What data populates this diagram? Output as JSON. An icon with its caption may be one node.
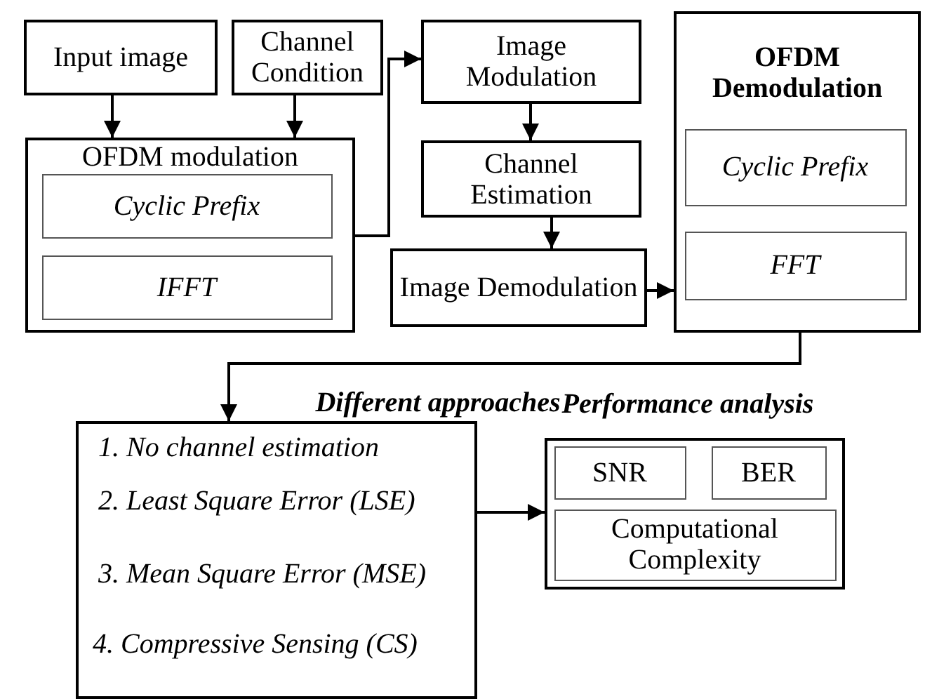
{
  "diagram": {
    "nodes": [
      {
        "text": [
          "Input image"
        ]
      },
      {
        "text": [
          "Channel Condition"
        ]
      },
      {
        "text": [
          "OFDM modulation"
        ]
      },
      {
        "text": [
          "Cyclic Prefix"
        ],
        "in": 2
      },
      {
        "text": [
          "IFFT"
        ],
        "in": 2
      },
      {
        "text": [
          "Image Modulation"
        ]
      },
      {
        "text": [
          "Channel Estimation"
        ]
      },
      {
        "text": [
          "Image Demodulation"
        ]
      },
      {
        "text": [
          "OFDM Demodulation"
        ]
      },
      {
        "text": [
          "Cyclic Prefix"
        ],
        "in": 8
      },
      {
        "text": [
          "FFT"
        ],
        "in": 8
      },
      {
        "text": [
          "Different approaches",
          "1. No channel estimation",
          "2. Least Square Error (LSE)",
          "3. Mean Square Error (MSE)",
          "4. Compressive Sensing (CS)"
        ]
      },
      {
        "text": [
          "Performance analysis"
        ]
      },
      {
        "text": [
          "SNR"
        ],
        "in": 12
      },
      {
        "text": [
          "BER"
        ],
        "in": 12
      },
      {
        "text": [
          "Computational Complexity"
        ],
        "in": 12
      }
    ],
    "edges": [
      {
        "from": 0,
        "to": 2,
        "arrow": "to"
      },
      {
        "from": 1,
        "to": 2,
        "arrow": "to"
      },
      {
        "from": 2,
        "to": 5,
        "arrow": "to"
      },
      {
        "from": 5,
        "to": 6,
        "arrow": "to"
      },
      {
        "from": 6,
        "to": 7,
        "arrow": "to"
      },
      {
        "from": 7,
        "to": 8,
        "arrow": "to"
      },
      {
        "from": 8,
        "to": 11,
        "arrow": "to"
      },
      {
        "from": 11,
        "to": 12,
        "arrow": "to"
      }
    ]
  }
}
